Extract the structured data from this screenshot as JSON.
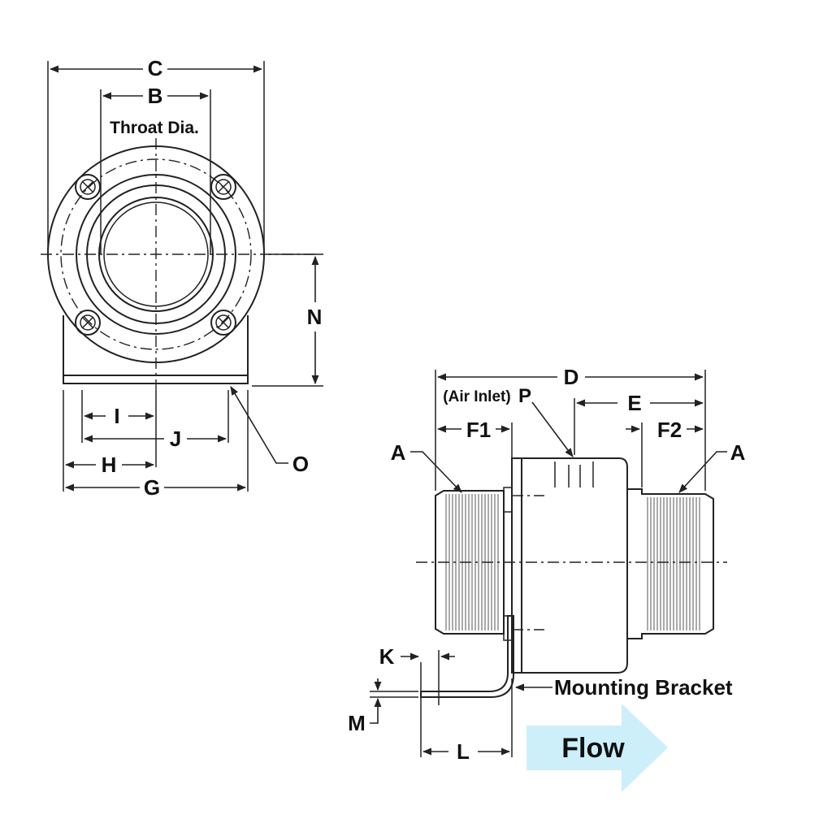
{
  "labels": {
    "c": "C",
    "b": "B",
    "throat": "Throat Dia.",
    "n": "N",
    "i": "I",
    "j": "J",
    "h": "H",
    "g": "G",
    "o": "O",
    "d": "D",
    "air_inlet": "(Air Inlet)",
    "p": "P",
    "e": "E",
    "f1": "F1",
    "f2": "F2",
    "a_left": "A",
    "a_right": "A",
    "k": "K",
    "m": "M",
    "l": "L",
    "mounting_bracket": "Mounting Bracket",
    "flow": "Flow"
  },
  "colors": {
    "line": "#222222",
    "flow_arrow": "#cdeffa",
    "text": "#111111"
  }
}
